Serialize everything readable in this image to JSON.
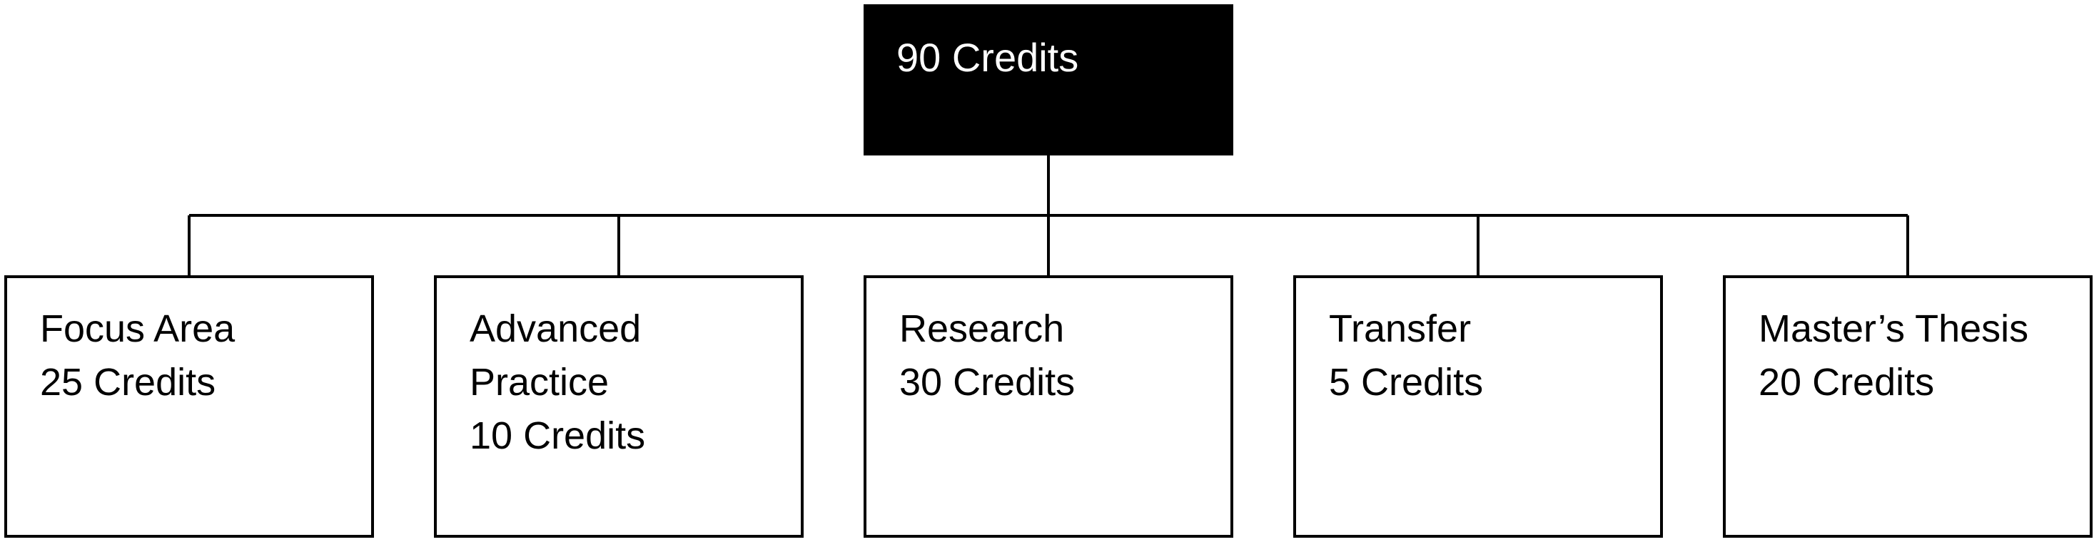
{
  "root": {
    "label": "90 Credits"
  },
  "children": [
    {
      "name": "Focus Area",
      "credits": "25 Credits"
    },
    {
      "name_line1": "Advanced",
      "name_line2": "Practice",
      "credits": "10 Credits"
    },
    {
      "name": "Research",
      "credits": "30 Credits"
    },
    {
      "name": "Transfer",
      "credits": "5 Credits"
    },
    {
      "name": "Master’s Thesis",
      "credits": "20 Credits"
    }
  ],
  "colors": {
    "root_fill": "#000000",
    "root_text": "#ffffff",
    "line": "#000000",
    "box_border": "#000000"
  }
}
